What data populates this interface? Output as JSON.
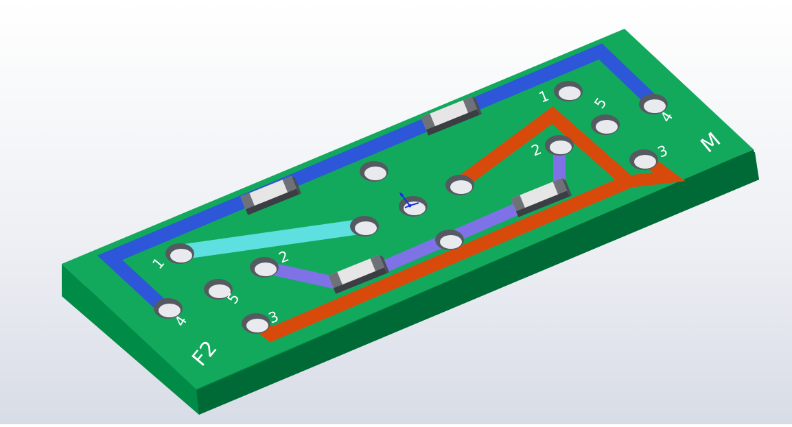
{
  "board": {
    "connectors": [
      {
        "label": "F2",
        "pins": [
          {
            "label": "1"
          },
          {
            "label": "2"
          },
          {
            "label": "3"
          },
          {
            "label": "4"
          },
          {
            "label": "5"
          }
        ]
      },
      {
        "label": "M",
        "pins": [
          {
            "label": "1"
          },
          {
            "label": "2"
          },
          {
            "label": "3"
          },
          {
            "label": "4"
          },
          {
            "label": "5"
          }
        ]
      }
    ],
    "trace_colors": {
      "blue": "#2d56d8",
      "cyan": "#5ee0e0",
      "purple": "#7f72e6",
      "orange": "#d84a0c"
    },
    "board_colors": {
      "top": "#13a95d",
      "front": "#007a3e",
      "right": "#006a36"
    }
  }
}
